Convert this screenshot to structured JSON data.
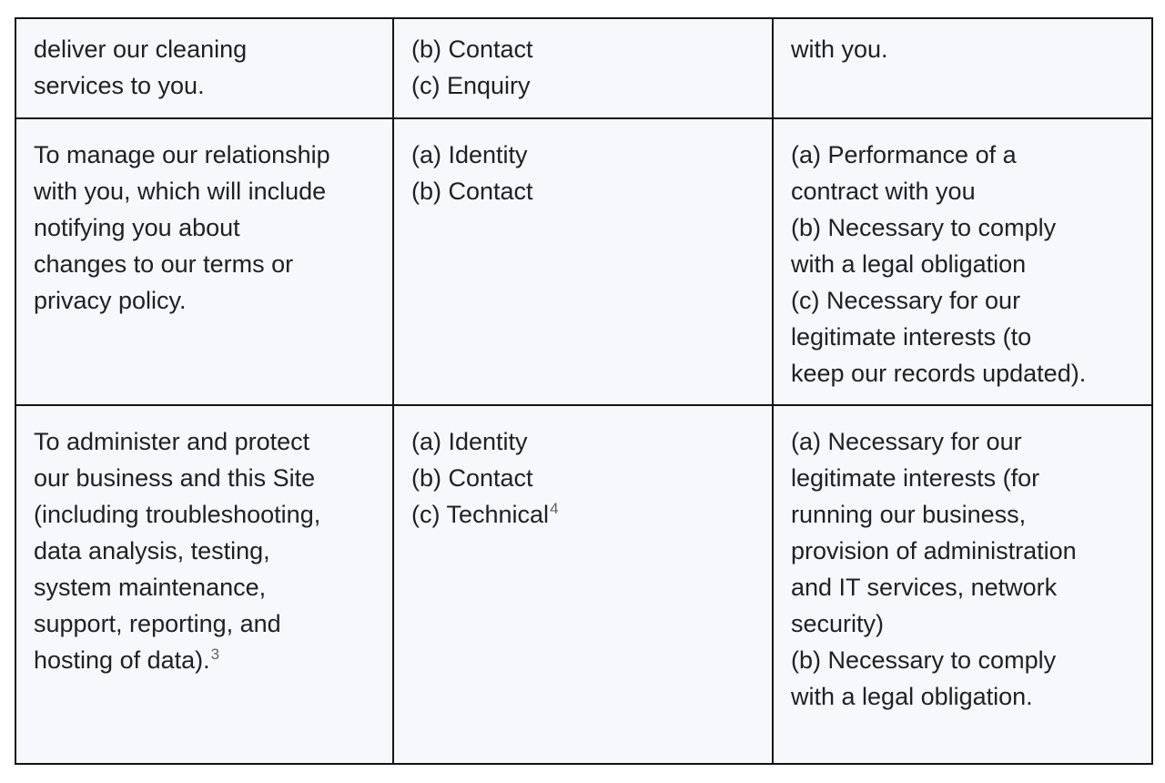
{
  "colors": {
    "page_background": "#ffffff",
    "cell_background": "#f7f8fb",
    "border": "#141414",
    "text": "#202124",
    "footnote_marker": "#5f6368"
  },
  "table": {
    "rows": [
      {
        "purpose": "deliver our cleaning\nservices to you.",
        "data_categories": [
          "(b) Contact",
          "(c) Enquiry"
        ],
        "lawful_basis": "with you."
      },
      {
        "purpose": "To manage our relationship\nwith you, which will include\nnotifying you about\nchanges to our terms or\nprivacy policy.",
        "data_categories": [
          "(a) Identity",
          "(b) Contact"
        ],
        "lawful_basis": "(a) Performance of a\ncontract with you\n(b) Necessary to comply\nwith a legal obligation\n(c) Necessary for our\nlegitimate interests (to\nkeep our records updated)."
      },
      {
        "purpose": "To administer and protect\nour business and this Site\n(including troubleshooting,\ndata analysis, testing,\nsystem maintenance,\nsupport, reporting, and\nhosting of data).",
        "purpose_footnote": "3",
        "data_categories": [
          "(a) Identity",
          "(b) Contact",
          "(c) Technical"
        ],
        "technical_footnote": "4",
        "lawful_basis": "(a) Necessary for our\nlegitimate interests (for\nrunning our business,\nprovision of administration\nand IT services, network\nsecurity)\n(b) Necessary to comply\nwith a legal obligation."
      }
    ]
  }
}
